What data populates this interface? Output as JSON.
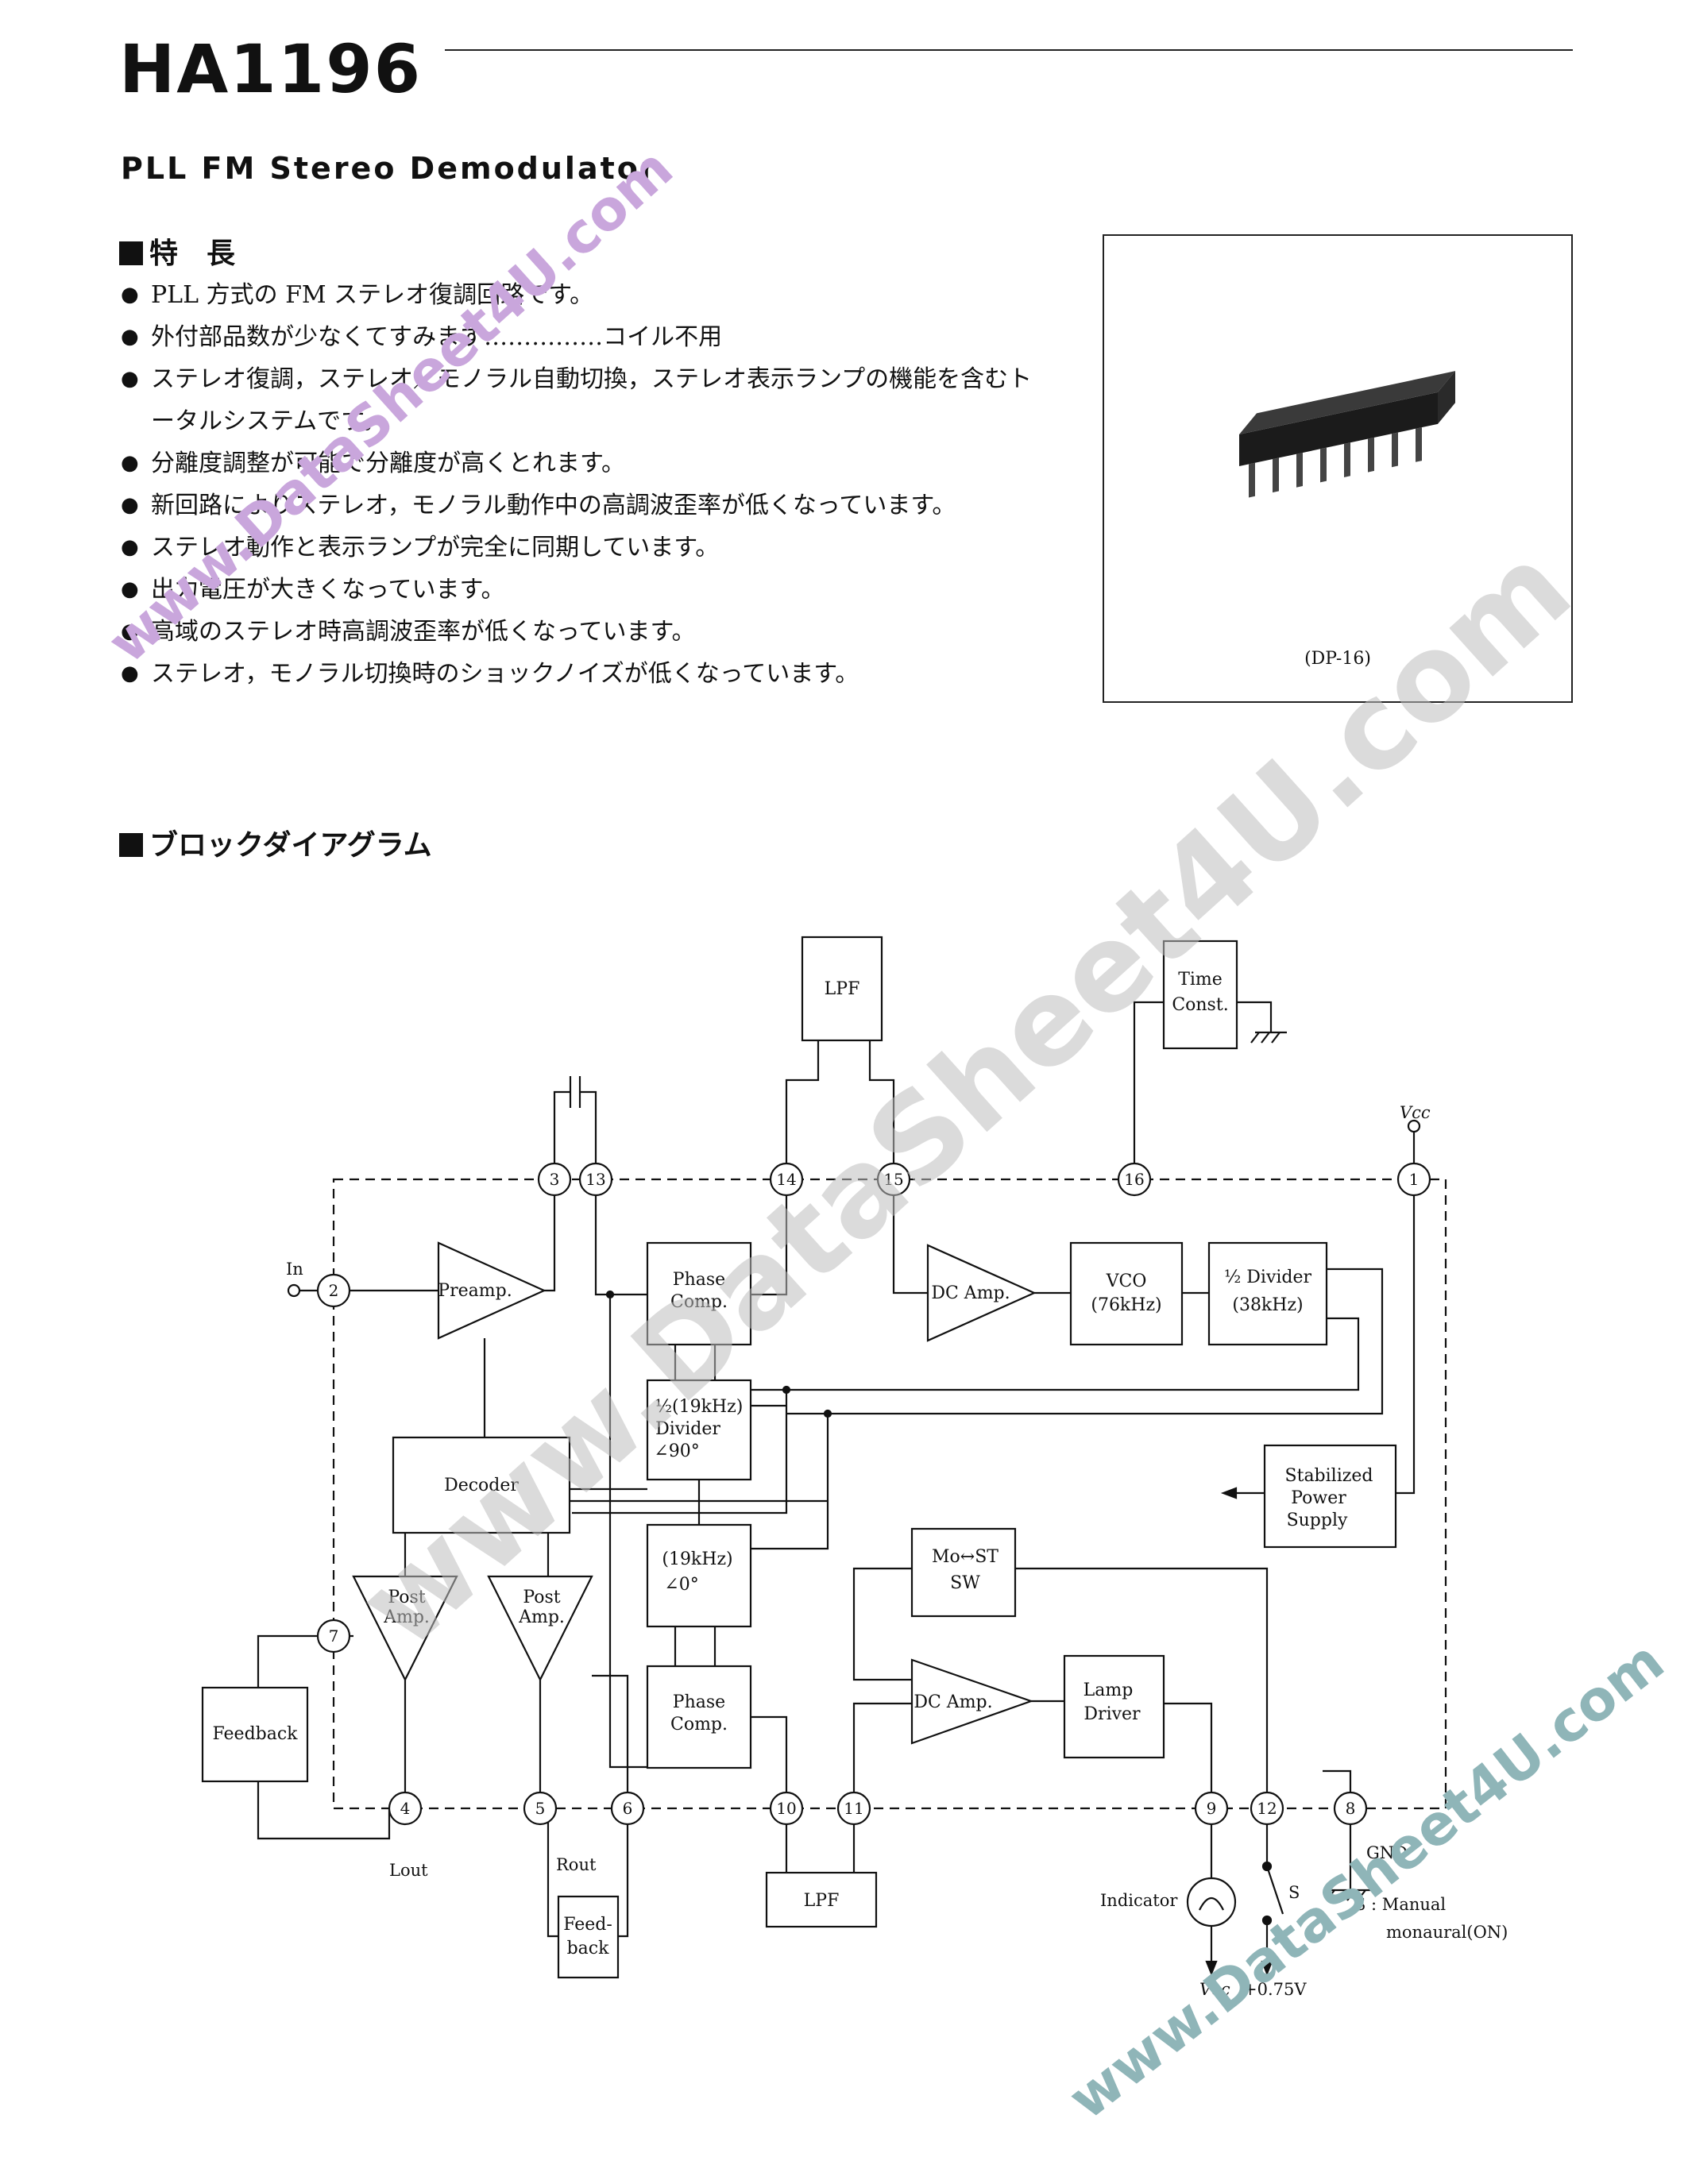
{
  "header": {
    "part_number": "HA1196",
    "subtitle": "PLL FM Stereo Demodulator"
  },
  "features": {
    "heading": "特　長",
    "items": [
      "PLL 方式の FM ステレオ復調回路です。",
      "外付部品数が少なくてすみます……………コイル不用",
      "ステレオ復調，ステレオ／モノラル自動切換，ステレオ表示ランプの機能を含むトータルシステムです。",
      "分離度調整が可能で分離度が高くとれます。",
      "新回路によりステレオ，モノラル動作中の高調波歪率が低くなっています。",
      "ステレオ動作と表示ランプが完全に同期しています。",
      "出力電圧が大きくなっています。",
      "高域のステレオ時高調波歪率が低くなっています。",
      "ステレオ，モノラル切換時のショックノイズが低くなっています。"
    ]
  },
  "package": {
    "label": "(DP-16)"
  },
  "block_diagram": {
    "heading": "ブロックダイアグラム",
    "blocks": {
      "preamp": "Preamp.",
      "phase_comp_1": [
        "Phase",
        "Comp."
      ],
      "phase_comp_2": [
        "Phase",
        "Comp."
      ],
      "lpf_top": "LPF",
      "lpf_bottom": "LPF",
      "time_const": [
        "Time",
        "Const."
      ],
      "dc_amp_1": "DC Amp.",
      "dc_amp_2": "DC Amp.",
      "vco": [
        "VCO",
        "(76kHz)"
      ],
      "half_divider": [
        "½ Divider",
        "(38kHz)"
      ],
      "divider_19k": [
        "½(19kHz)",
        "Divider",
        "∠90°"
      ],
      "block_19k": [
        "(19kHz)",
        "∠0°"
      ],
      "decoder": "Decoder",
      "stabilized_supply": [
        "Stabilized",
        "Power",
        "Supply"
      ],
      "mo_st_sw": [
        "Mo↔ST",
        "SW"
      ],
      "lamp_driver": [
        "Lamp",
        "Driver"
      ],
      "post_amp_l": [
        "Post",
        "Amp."
      ],
      "post_amp_r": [
        "Post",
        "Amp."
      ],
      "feedback_l": "Feedback",
      "feedback_r": [
        "Feed-",
        "back"
      ]
    },
    "pins": [
      "1",
      "2",
      "3",
      "4",
      "5",
      "6",
      "7",
      "8",
      "9",
      "10",
      "11",
      "12",
      "13",
      "14",
      "15",
      "16"
    ],
    "labels": {
      "in": "In",
      "vcc_top": "Vcc",
      "vcc_bottom": "Vcc",
      "lout": "Lout",
      "rout": "Rout",
      "gnd": "GND",
      "indicator": "Indicator",
      "switch": "S",
      "plus_075v": "+0.75V",
      "note_line1": "S : Manual",
      "note_line2": "monaural(ON)"
    }
  },
  "watermarks": {
    "text": "www.DataSheet4U.com",
    "colors": {
      "pink": "#c9a6dc",
      "gray": "#cfcfcf",
      "teal": "#8fb5b8"
    }
  }
}
